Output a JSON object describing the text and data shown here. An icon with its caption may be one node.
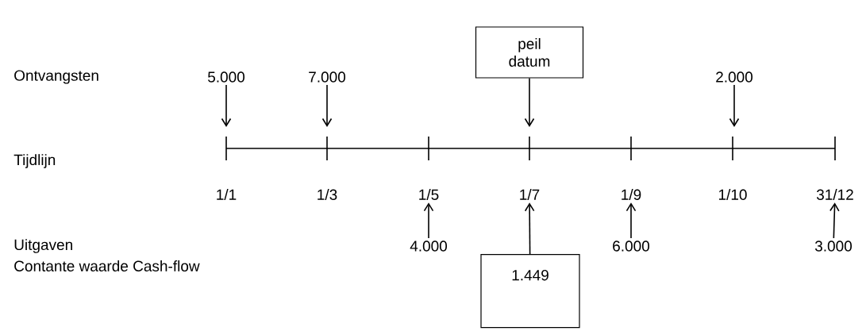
{
  "diagram": {
    "nodes": [
      {
        "text": [
          "peil datum"
        ]
      },
      {
        "text": [
          "5.000"
        ]
      },
      {
        "text": [
          "7.000"
        ]
      },
      {
        "text": [
          "2.000"
        ]
      },
      {
        "text": [
          "1/5"
        ]
      },
      {
        "text": [
          "1/7"
        ]
      },
      {
        "text": [
          "1/9"
        ]
      },
      {
        "text": [
          "31/12"
        ]
      },
      {
        "text": [
          "4.000"
        ]
      },
      {
        "text": [
          "6.000"
        ]
      },
      {
        "text": [
          "3.000"
        ]
      },
      {
        "text": [
          "1.449"
        ]
      }
    ],
    "edges": [
      {
        "from": 0,
        "to": null,
        "arrow": "to"
      },
      {
        "from": 1,
        "to": null,
        "arrow": "to"
      },
      {
        "from": 2,
        "to": null,
        "arrow": "to"
      },
      {
        "from": 3,
        "to": null,
        "arrow": "to"
      },
      {
        "from": 8,
        "to": 4,
        "arrow": "to"
      },
      {
        "from": 9,
        "to": 6,
        "arrow": "to"
      },
      {
        "from": 10,
        "to": 7,
        "arrow": "to"
      },
      {
        "from": 11,
        "to": 5,
        "arrow": "to"
      }
    ],
    "labels": [
      "Ontvangsten",
      "Tijdlijn",
      "1/1",
      "1/3",
      "1/10",
      "Uitgaven",
      "Contante waarde Cash-flow"
    ]
  }
}
